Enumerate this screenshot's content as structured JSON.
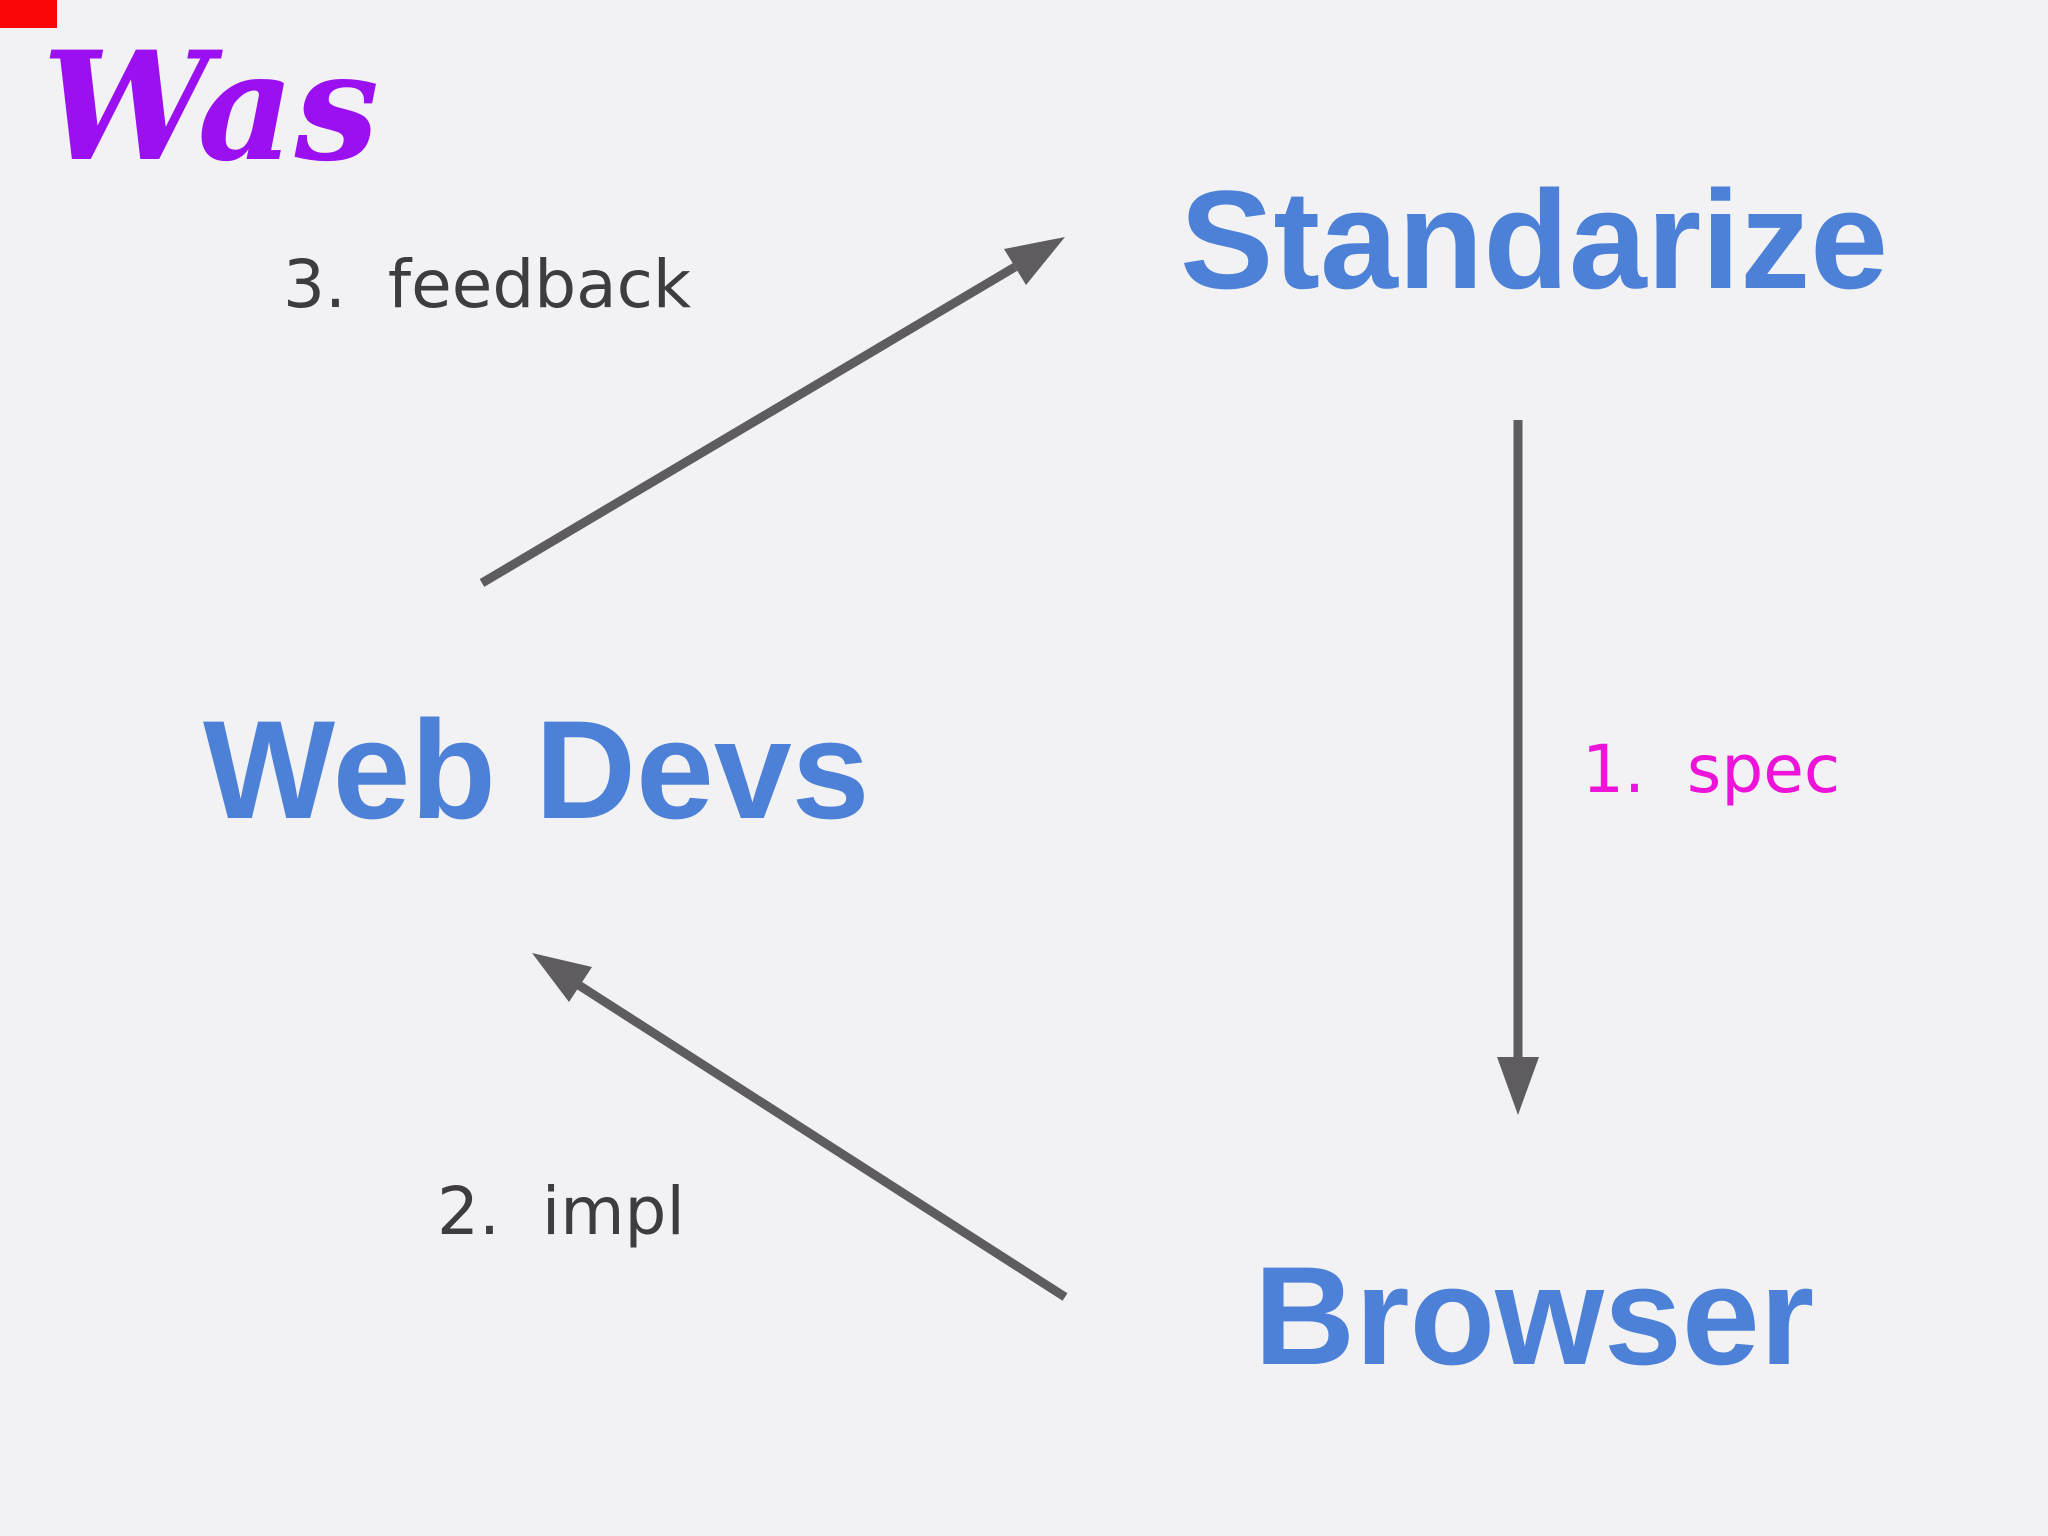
{
  "page": {
    "background": "#F2F1F3"
  },
  "title": {
    "text": "Was",
    "color": "#9B10F0"
  },
  "corner_artifact": {
    "color": "#FA0505"
  },
  "arrow_color": "#5E5C5E",
  "nodes": [
    {
      "id": "standarize",
      "label": "Standarize",
      "color": "#4D81D8"
    },
    {
      "id": "web-devs",
      "label": "Web Devs",
      "color": "#4D81D8"
    },
    {
      "id": "browser",
      "label": "Browser",
      "color": "#4D81D8"
    }
  ],
  "edges": [
    {
      "id": "spec",
      "label": "1.  spec",
      "label_color": "#EE13D9",
      "from": "Standarize",
      "to": "Browser"
    },
    {
      "id": "impl",
      "label": "2.  impl",
      "label_color": "#3E3C3E",
      "from": "Browser",
      "to": "Web Devs"
    },
    {
      "id": "feedback",
      "label": "3.  feedback",
      "label_color": "#3E3C3E",
      "from": "Web Devs",
      "to": "Standarize"
    }
  ]
}
